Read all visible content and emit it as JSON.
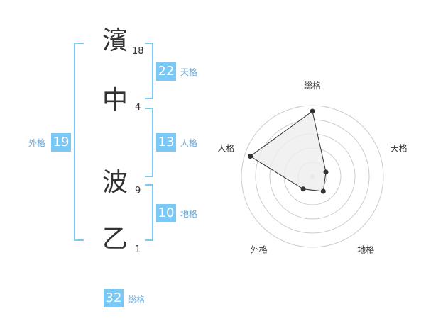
{
  "name": {
    "chars": [
      {
        "char": "濱",
        "strokes": "18"
      },
      {
        "char": "中",
        "strokes": "4"
      },
      {
        "char": "波",
        "strokes": "9"
      },
      {
        "char": "乙",
        "strokes": "1"
      }
    ]
  },
  "kaku": {
    "tenkaku": {
      "value": "22",
      "label": "天格"
    },
    "jinkaku": {
      "value": "13",
      "label": "人格"
    },
    "chikaku": {
      "value": "10",
      "label": "地格"
    },
    "gaikaku": {
      "value": "19",
      "label": "外格"
    },
    "soukaku": {
      "value": "32",
      "label": "総格"
    }
  },
  "chart_data": {
    "type": "radar",
    "axes": [
      "総格",
      "天格",
      "地格",
      "外格",
      "人格"
    ],
    "values": [
      4.6,
      1.0,
      1.3,
      1.1,
      4.6
    ],
    "max": 5,
    "rings": 5,
    "colors": {
      "fill": "#eeeeee",
      "stroke": "#333333",
      "grid": "#cccccc"
    }
  }
}
